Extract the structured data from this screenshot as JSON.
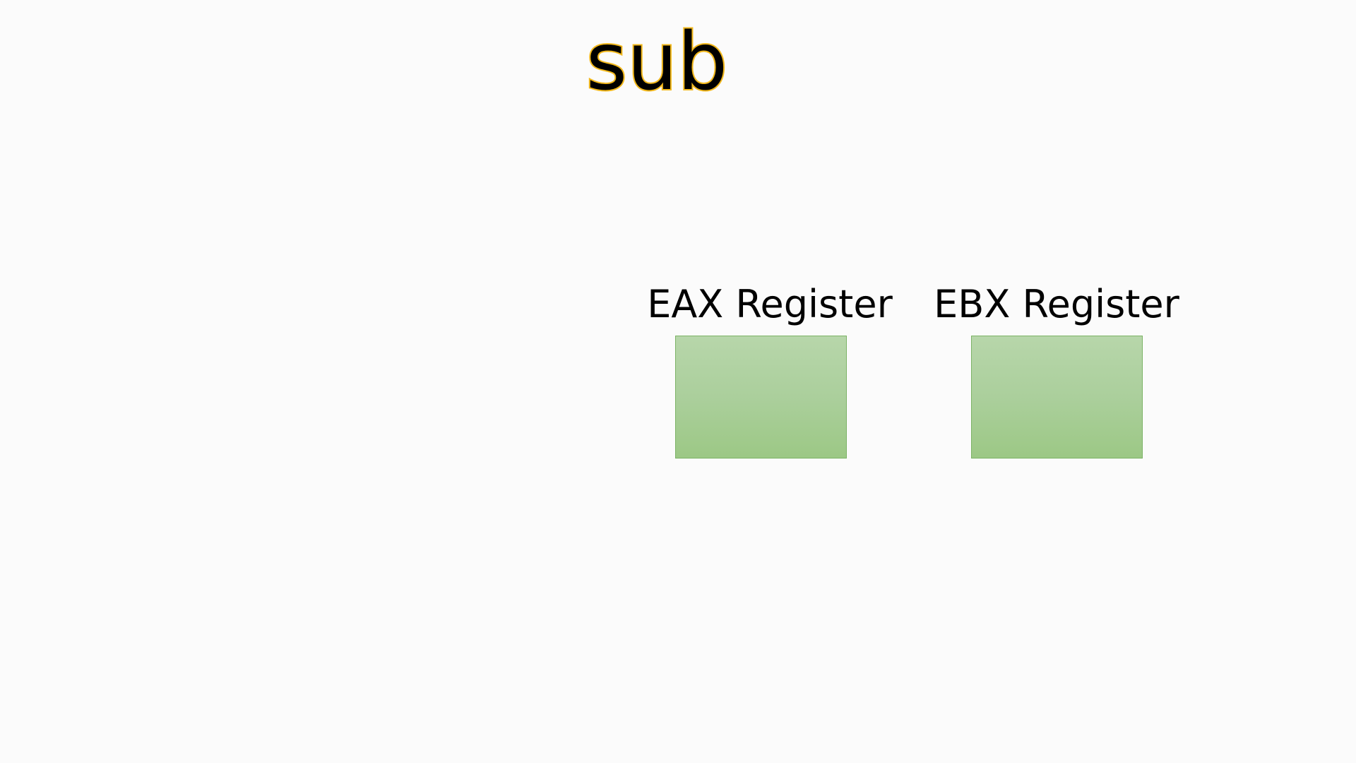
{
  "title": "sub",
  "registers": [
    {
      "label": "EAX Register",
      "value": ""
    },
    {
      "label": "EBX Register",
      "value": ""
    }
  ],
  "colors": {
    "background": "#fbfbfb",
    "title_fill": "#000000",
    "title_outline": "#f2b81c",
    "register_fill": "#a9ce9a",
    "register_border": "#7cb366"
  }
}
